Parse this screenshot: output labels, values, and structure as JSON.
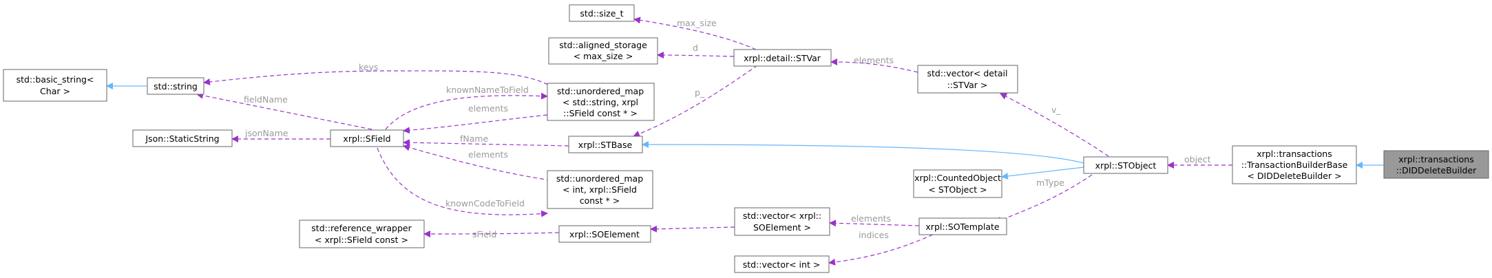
{
  "nodes": {
    "size_t": [
      "std::size_t"
    ],
    "aligned_storage": [
      "std::aligned_storage",
      "< max_size >"
    ],
    "basic_string": [
      "std::basic_string<",
      "Char >"
    ],
    "string": [
      "std::string"
    ],
    "umap_string": [
      "std::unordered_map",
      "< std::string, xrpl",
      "::SField const * >"
    ],
    "stvar": [
      "xrpl::detail::STVar"
    ],
    "vector_stvar": [
      "std::vector< detail",
      "::STVar >"
    ],
    "json_static": [
      "Json::StaticString"
    ],
    "sfield": [
      "xrpl::SField"
    ],
    "stbase": [
      "xrpl::STBase"
    ],
    "stobject": [
      "xrpl::STObject"
    ],
    "txbuilder": [
      "xrpl::transactions",
      "::TransactionBuilderBase",
      "< DIDDeleteBuilder >"
    ],
    "did_delete": [
      "xrpl::transactions",
      "::DIDDeleteBuilder"
    ],
    "counted": [
      "xrpl::CountedObject",
      "< STObject >"
    ],
    "umap_int": [
      "std::unordered_map",
      "< int, xrpl::SField",
      "const * >"
    ],
    "ref_wrapper": [
      "std::reference_wrapper",
      "< xrpl::SField const >"
    ],
    "soelement": [
      "xrpl::SOElement"
    ],
    "vector_soelement": [
      "std::vector< xrpl::",
      "SOElement >"
    ],
    "sotemplate": [
      "xrpl::SOTemplate"
    ],
    "vector_int": [
      "std::vector< int >"
    ]
  },
  "edge_labels": {
    "max_size": "max_size",
    "d": "d",
    "keys": "keys",
    "knownNameToField": "knownNameToField",
    "elements_umap_string": "elements",
    "fieldName": "fieldName",
    "jsonName": "jsonName",
    "fName": "fName",
    "elements_umap_int": "elements",
    "knownCodeToField": "knownCodeToField",
    "p_": "p_",
    "elements_stvar": "elements",
    "v_": "v_",
    "object": "object",
    "mType": "mType",
    "elements_soelement": "elements",
    "sField": "sField",
    "indices": "indices"
  },
  "colors": {
    "inheritance": "#63b8ff",
    "usage": "#9a32cd",
    "label": "#9a9a9a",
    "current_node_fill": "#999999"
  }
}
